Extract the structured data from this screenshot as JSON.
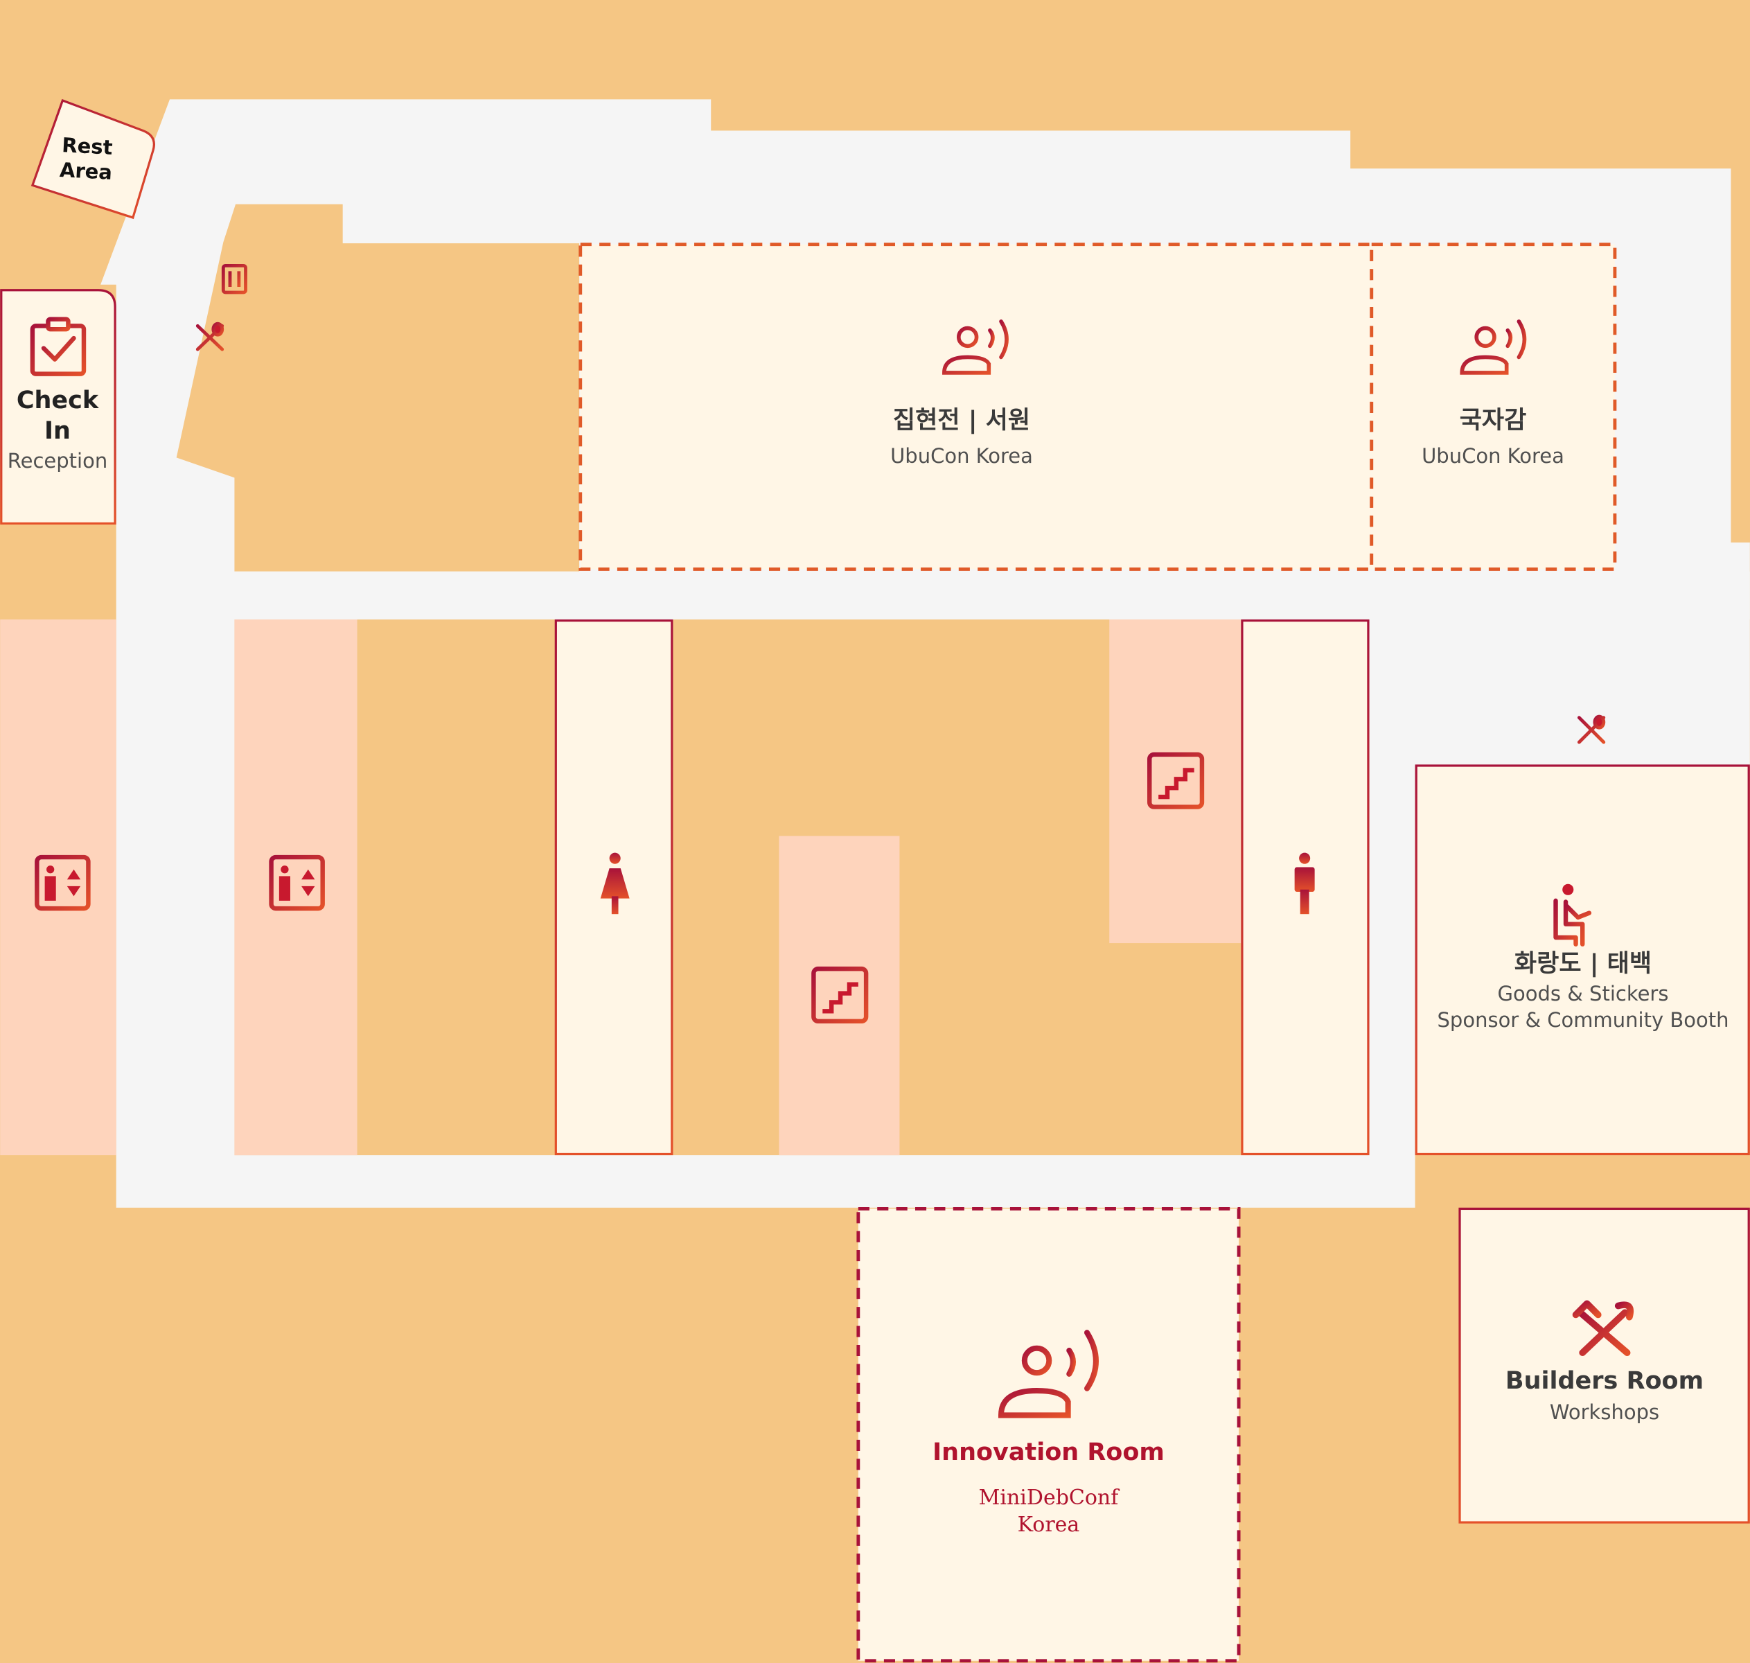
{
  "map": {
    "colors": {
      "background": "#f5c684",
      "corridor": "#f5f5f5",
      "room_fill": "#fff6e6",
      "service_fill": "#fed4bc",
      "border_orange": "#e05a28",
      "border_crimson": "#a8123a",
      "icon_red": "#c8192e"
    },
    "rest_area": {
      "line1": "Rest",
      "line2": "Area"
    },
    "check_in": {
      "title": "Check In",
      "subtitle": "Reception",
      "icon": "clipboard-check-icon"
    },
    "rooms": {
      "hall_main": {
        "name": "집현전 | 서원",
        "event": "UbuCon Korea",
        "icon": "speaker-icon"
      },
      "hall_small": {
        "name": "국자감",
        "event": "UbuCon Korea",
        "icon": "speaker-icon"
      },
      "booth": {
        "name": "화랑도 | 태백",
        "line1": "Goods & Stickers",
        "line2": "Sponsor & Community Booth",
        "icon": "desk-worker-icon"
      },
      "innovation": {
        "name": "Innovation Room",
        "event_line1": "MiniDebConf",
        "event_line2": "Korea",
        "icon": "speaker-icon"
      },
      "builders": {
        "name": "Builders Room",
        "event": "Workshops",
        "icon": "hammer-wrench-icon"
      }
    },
    "facilities": [
      {
        "type": "elevator",
        "icon": "elevator-icon"
      },
      {
        "type": "elevator",
        "icon": "elevator-icon"
      },
      {
        "type": "womens-restroom",
        "icon": "woman-icon"
      },
      {
        "type": "stairs",
        "icon": "stairs-icon"
      },
      {
        "type": "stairs",
        "icon": "stairs-icon"
      },
      {
        "type": "mens-restroom",
        "icon": "man-icon"
      },
      {
        "type": "trash",
        "icon": "trash-icon"
      },
      {
        "type": "food",
        "icon": "fork-spoon-icon"
      },
      {
        "type": "food",
        "icon": "fork-spoon-icon"
      }
    ]
  }
}
